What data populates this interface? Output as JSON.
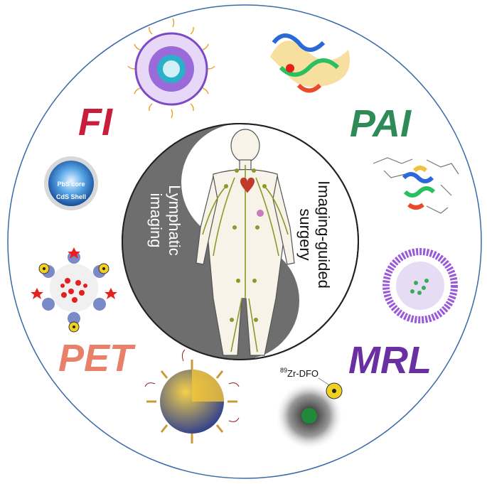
{
  "modalities": {
    "fi": {
      "label": "FI",
      "color": "#c81e3c"
    },
    "pai": {
      "label": "PAI",
      "color": "#2e8b57"
    },
    "pet": {
      "label": "PET",
      "color": "#e8806a"
    },
    "mrl": {
      "label": "MRL",
      "color": "#6a2fa0"
    }
  },
  "center": {
    "left_line1": "Lymphatic",
    "left_line2": "imaging",
    "right_line1": "Imaging-guided",
    "right_line2": "surgery"
  },
  "quantum_dot": {
    "core_label": "PbS core",
    "shell_label": "CdS Shell"
  },
  "zr_label": {
    "isotope": "89",
    "text": "Zr-DFO"
  },
  "colors": {
    "outer_ring": "#3a6aa8",
    "yin_dark": "#6e6e6e",
    "body_fill": "#f7f3e8",
    "lymph": "#8a9a2a"
  }
}
